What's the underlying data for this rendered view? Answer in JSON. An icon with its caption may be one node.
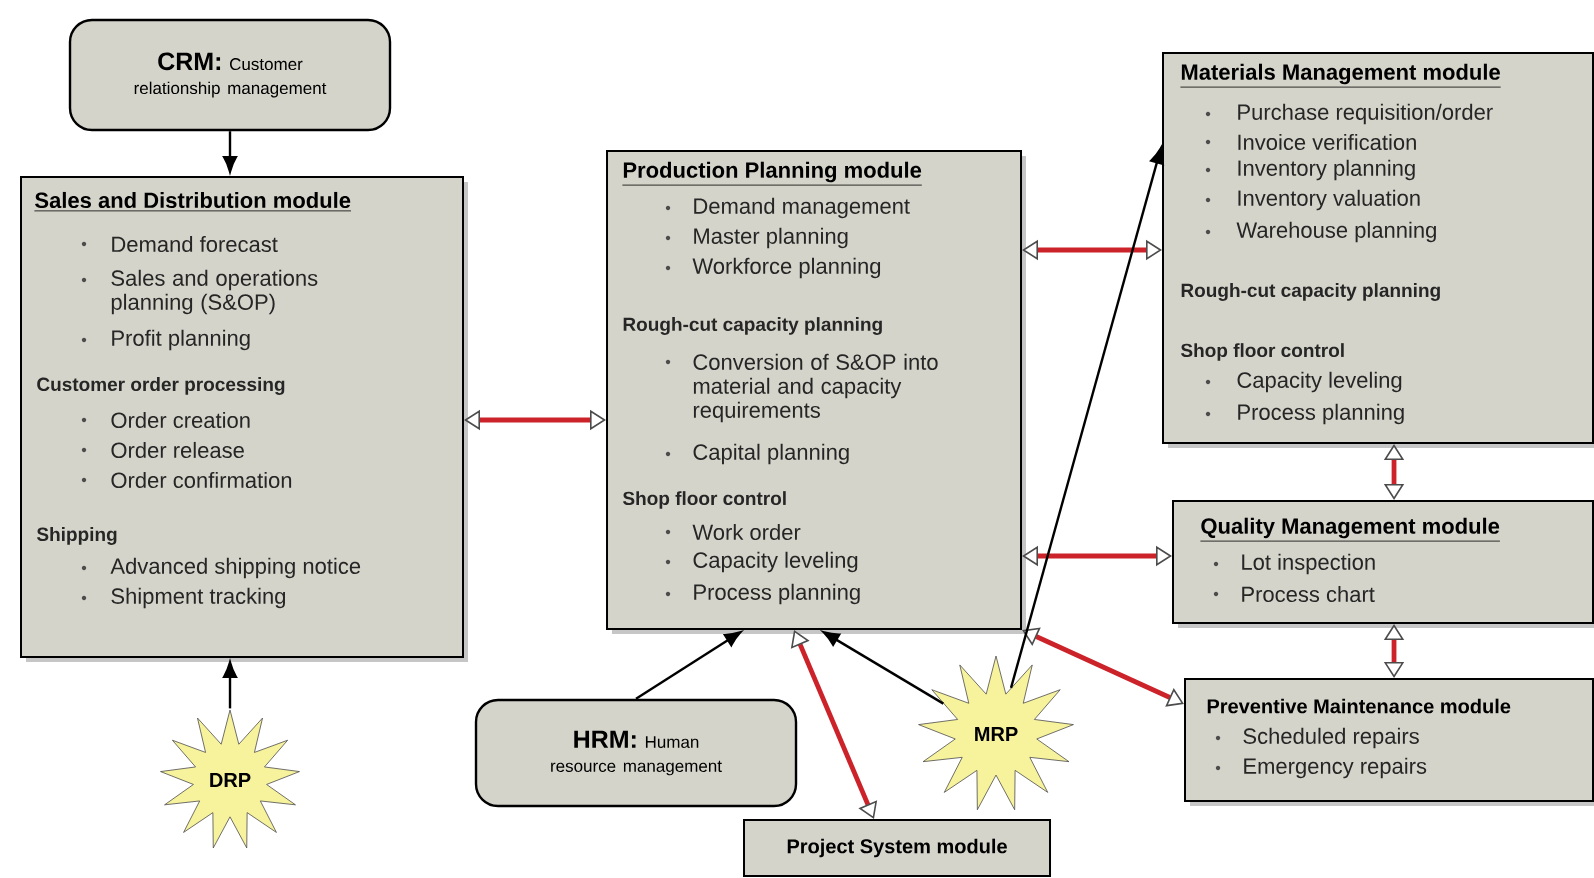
{
  "diagram": {
    "nodes": [
      {
        "text": [
          "CRM:",
          "Customer relationship management"
        ]
      },
      {
        "text": [
          "Sales and Distribution module",
          "Demand forecast",
          "Sales and operations planning (S&OP)",
          "Profit planning",
          "Customer order processing",
          "Order creation",
          "Order release",
          "Order confirmation",
          "Shipping",
          "Advanced shipping notice",
          "Shipment tracking"
        ]
      },
      {
        "text": [
          "Production Planning module",
          "Demand management",
          "Master planning",
          "Workforce planning",
          "Rough-cut capacity planning",
          "Conversion of S&OP into material and capacity requirements",
          "Capital planning",
          "Shop floor control",
          "Work order",
          "Capacity leveling",
          "Process planning"
        ]
      },
      {
        "text": [
          "Materials Management module",
          "Purchase requisition/order",
          "Invoice verification",
          "Inventory planning",
          "Inventory valuation",
          "Warehouse planning",
          "Rough-cut capacity planning",
          "Shop floor control",
          "Capacity leveling",
          "Process planning"
        ]
      },
      {
        "text": [
          "Quality Management module",
          "Lot inspection",
          "Process chart"
        ]
      },
      {
        "text": [
          "Preventive Maintenance module",
          "Scheduled repairs",
          "Emergency repairs"
        ]
      },
      {
        "text": [
          "DRP"
        ]
      },
      {
        "text": [
          "HRM:",
          "Human resource management"
        ]
      },
      {
        "text": [
          "MRP"
        ]
      },
      {
        "text": [
          "Project System module"
        ]
      }
    ],
    "edges": [
      {
        "from": 0,
        "to": 1,
        "arrow": "to",
        "color": "#000000"
      },
      {
        "from": 6,
        "to": 1,
        "arrow": "to",
        "color": "#000000"
      },
      {
        "from": 1,
        "to": 2,
        "arrow": "both"
      },
      {
        "from": 2,
        "to": 3,
        "arrow": "both"
      },
      {
        "from": 2,
        "to": 4,
        "arrow": "both"
      },
      {
        "from": 2,
        "to": 5,
        "arrow": "both"
      },
      {
        "from": 3,
        "to": 4,
        "arrow": "both"
      },
      {
        "from": 4,
        "to": 5,
        "arrow": "both"
      },
      {
        "from": 7,
        "to": 2,
        "arrow": "to",
        "color": "#000000"
      },
      {
        "from": 2,
        "to": 9,
        "arrow": "both"
      },
      {
        "from": 8,
        "to": 2,
        "arrow": "to",
        "color": "#000000"
      },
      {
        "from": 8,
        "to": 3,
        "arrow": "to",
        "color": "#000000"
      }
    ]
  }
}
